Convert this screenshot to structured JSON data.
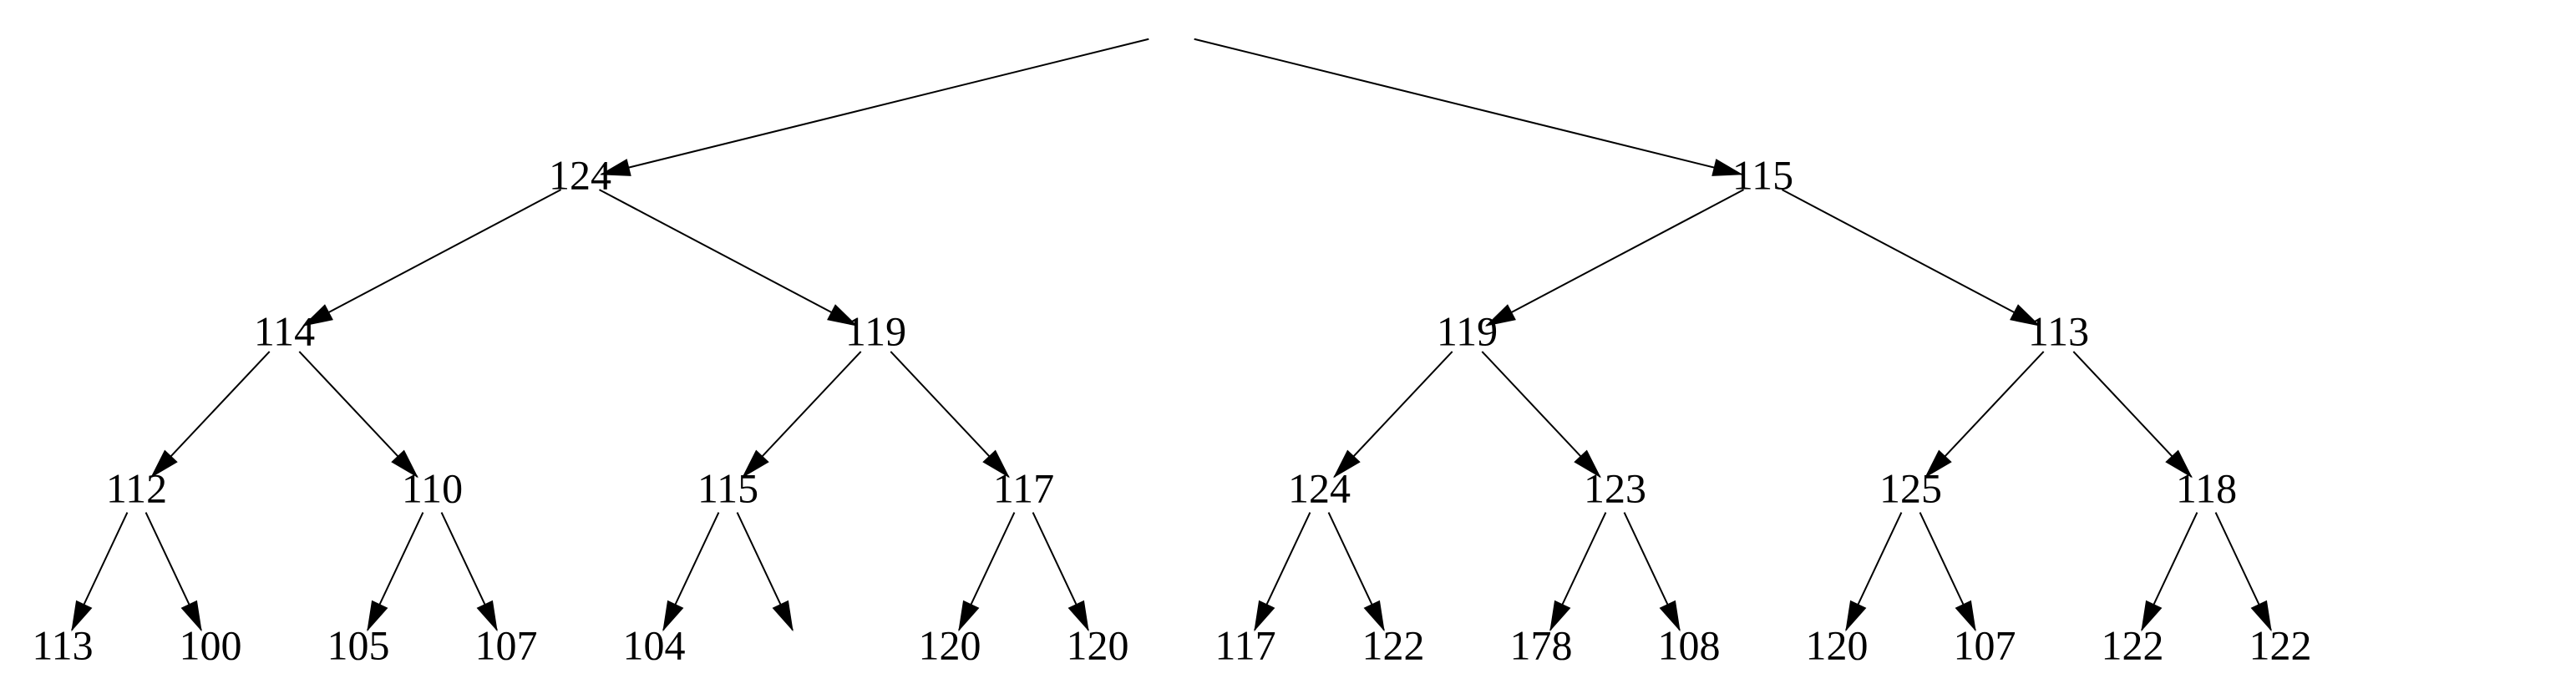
{
  "tree": {
    "root": {
      "children": [
        {
          "label": "124",
          "children": [
            {
              "label": "114",
              "children": [
                {
                  "label": "112",
                  "children": [
                    {
                      "label": "113"
                    },
                    {
                      "label": "100"
                    }
                  ]
                },
                {
                  "label": "110",
                  "children": [
                    {
                      "label": "105"
                    },
                    {
                      "label": "107"
                    }
                  ]
                }
              ]
            },
            {
              "label": "119",
              "children": [
                {
                  "label": "115",
                  "children": [
                    {
                      "label": "104"
                    },
                    {
                      "label": ""
                    }
                  ]
                },
                {
                  "label": "117",
                  "children": [
                    {
                      "label": "120"
                    },
                    {
                      "label": "120"
                    }
                  ]
                }
              ]
            }
          ]
        },
        {
          "label": "115",
          "children": [
            {
              "label": "119",
              "children": [
                {
                  "label": "124",
                  "children": [
                    {
                      "label": "117"
                    },
                    {
                      "label": "122"
                    }
                  ]
                },
                {
                  "label": "123",
                  "children": [
                    {
                      "label": "178"
                    },
                    {
                      "label": "108"
                    }
                  ]
                }
              ]
            },
            {
              "label": "113",
              "children": [
                {
                  "label": "125",
                  "children": [
                    {
                      "label": "120"
                    },
                    {
                      "label": "107"
                    }
                  ]
                },
                {
                  "label": "118",
                  "children": [
                    {
                      "label": "122"
                    },
                    {
                      "label": "122"
                    }
                  ]
                }
              ]
            }
          ]
        }
      ]
    }
  }
}
